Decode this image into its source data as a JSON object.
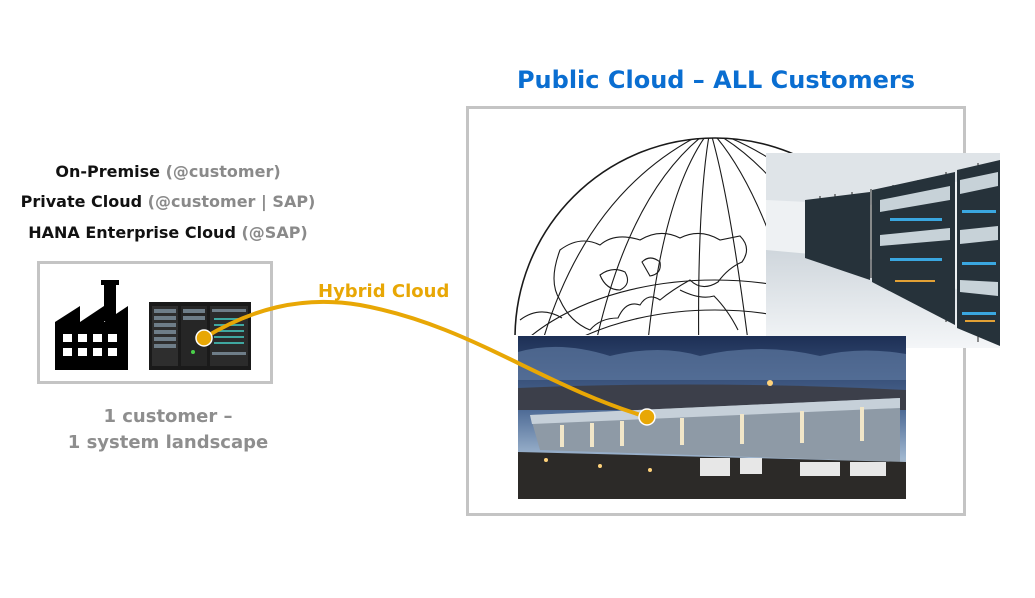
{
  "onprem": {
    "lines": [
      {
        "main": "On-Premise",
        "note": "(@customer)"
      },
      {
        "main": "Private Cloud",
        "note": "(@customer | SAP)"
      },
      {
        "main": "HANA Enterprise Cloud",
        "note": "(@SAP)"
      }
    ],
    "landscape_line1": "1 customer –",
    "landscape_line2": "1 system landscape"
  },
  "public_cloud": {
    "title": "Public Cloud – ALL Customers"
  },
  "hybrid": {
    "label": "Hybrid Cloud"
  },
  "icons": [
    "factory-icon",
    "server-rack-icon",
    "globe-icon",
    "datacenter-aisle-photo",
    "datacenter-building-photo"
  ],
  "colors": {
    "title_blue": "#0a6ed1",
    "hybrid_orange": "#e8a705",
    "muted_gray": "#8e8e8e",
    "frame_gray": "#c4c4c4"
  }
}
